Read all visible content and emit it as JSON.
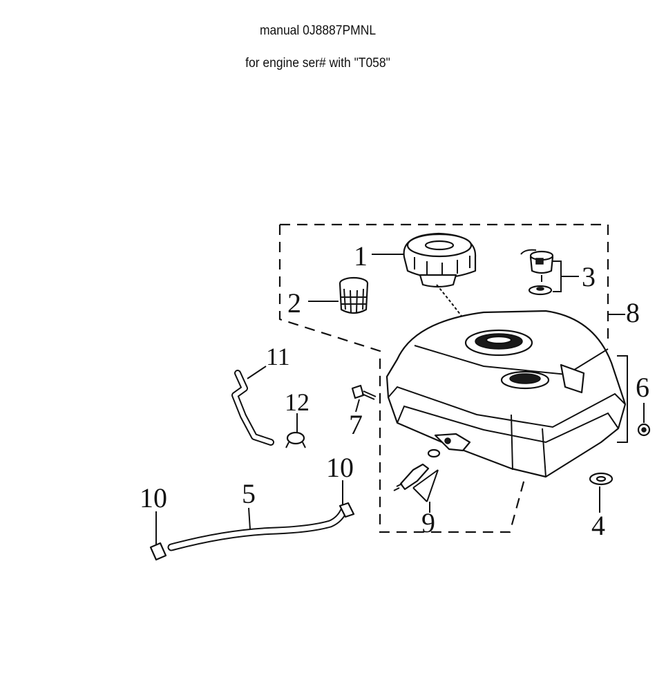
{
  "header": {
    "title": "manual 0J8887PMNL",
    "subtitle": "for engine ser# with  \"T058\""
  },
  "callouts": {
    "c1": "1",
    "c2": "2",
    "c3": "3",
    "c4": "4",
    "c5": "5",
    "c6": "6",
    "c7": "7",
    "c8": "8",
    "c9": "9",
    "c10a": "10",
    "c10b": "10",
    "c11": "11",
    "c12": "12"
  }
}
